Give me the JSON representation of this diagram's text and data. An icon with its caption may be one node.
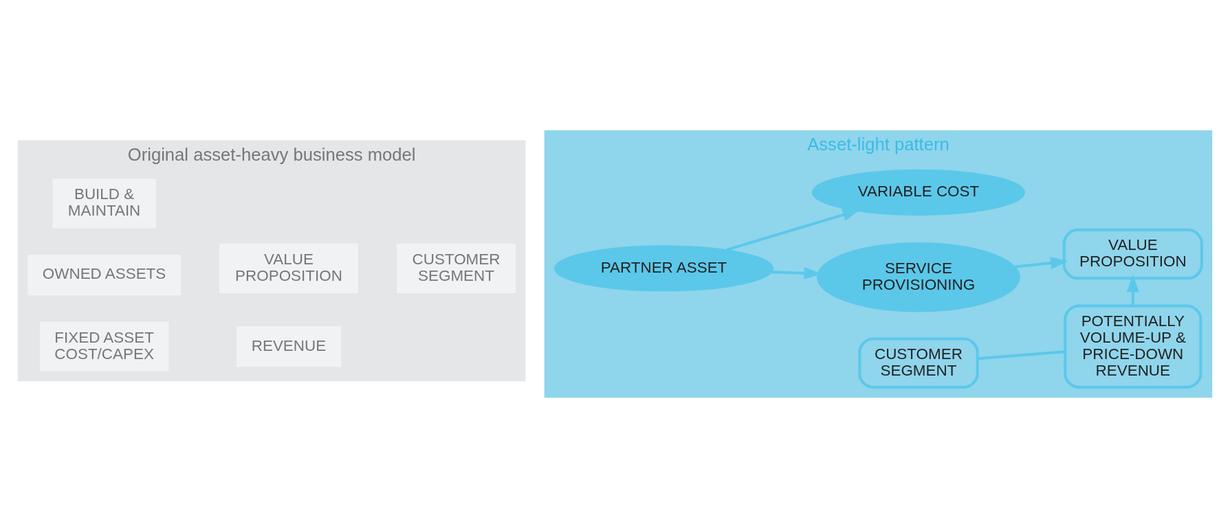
{
  "diagram": {
    "nodes": [
      {
        "text": [
          "Original asset-heavy business model"
        ]
      },
      {
        "text": [
          "BUILD & MAINTAIN"
        ],
        "in": 0
      },
      {
        "text": [
          "VALUE PROPOSITION"
        ],
        "in": 0
      },
      {
        "text": [
          "CUSTOMER SEGMENT"
        ],
        "in": 0
      },
      {
        "text": [
          "OWNED ASSETS"
        ],
        "in": 0
      },
      {
        "text": [
          "FIXED ASSET COST/CAPEX"
        ],
        "in": 0
      },
      {
        "text": [
          "REVENUE"
        ],
        "in": 0
      },
      {
        "text": [
          "Asset-light pattern"
        ]
      },
      {
        "text": [
          "PARTNER ASSET"
        ],
        "in": 7
      },
      {
        "text": [
          "SERVICE PROVISIONING"
        ],
        "in": 7
      },
      {
        "text": [
          "VALUE PROPOSITION"
        ],
        "in": 7
      },
      {
        "text": [
          "CUSTOMER SEGMENT"
        ],
        "in": 7
      },
      {
        "text": [
          "VARIABLE COST"
        ],
        "in": 7
      },
      {
        "text": [
          "POTENTIALLY VOLUME-UP & PRICE-DOWN REVENUE"
        ],
        "in": 7
      }
    ],
    "edges": [
      {
        "from": 8,
        "to": 9,
        "arrow": "to"
      },
      {
        "from": 9,
        "to": 10,
        "arrow": "to"
      },
      {
        "from": 8,
        "to": 12,
        "arrow": "to"
      },
      {
        "from": 13,
        "to": 10,
        "arrow": "to"
      },
      {
        "from": 11,
        "to": 13,
        "arrow": "none"
      }
    ]
  }
}
